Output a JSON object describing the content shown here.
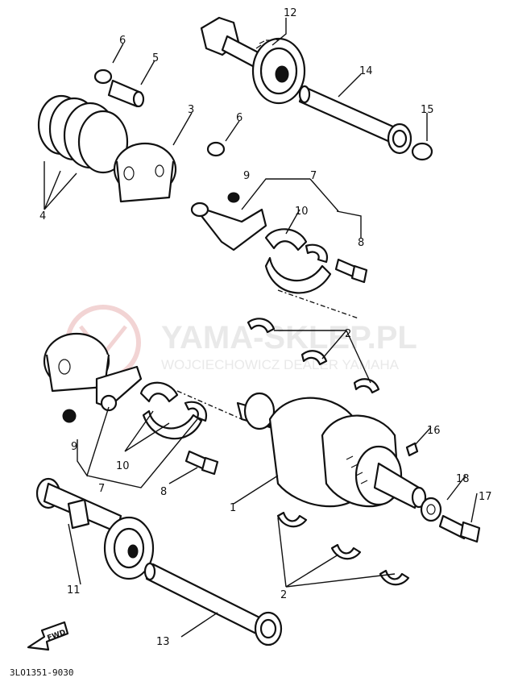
{
  "diagram": {
    "code": "3LO1351-9030",
    "fwd_label": "FWD",
    "watermark": {
      "title": "YAMA-SKLEP.PL",
      "subtitle": "WOJCIECHOWICZ DEALER YAMAHA"
    },
    "callouts": {
      "c1": "1",
      "c2a": "2",
      "c2b": "2",
      "c3": "3",
      "c4": "4",
      "c5": "5",
      "c6a": "6",
      "c6b": "6",
      "c7a": "7",
      "c7b": "7",
      "c8a": "8",
      "c8b": "8",
      "c9a": "9",
      "c9b": "9",
      "c10a": "10",
      "c10b": "10",
      "c11": "11",
      "c12": "12",
      "c13": "13",
      "c14": "14",
      "c15": "15",
      "c16": "16",
      "c17": "17",
      "c18": "18"
    }
  }
}
